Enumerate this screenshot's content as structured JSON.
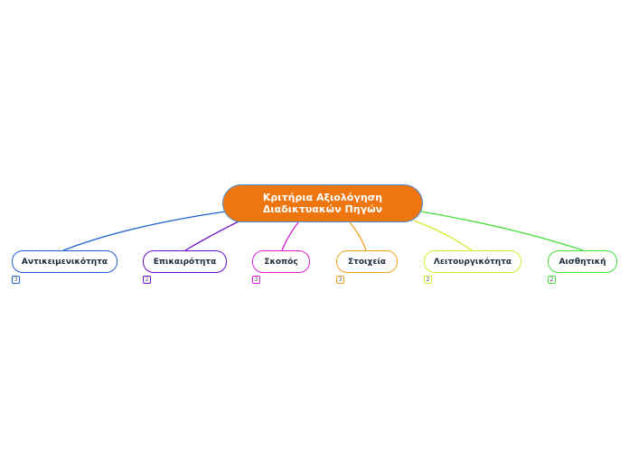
{
  "root": {
    "line1": "Κριτήρια Αξιολόγηση",
    "line2": "Διαδικτυακών Πηγών",
    "color": "#ee7611",
    "border_color": "#4a8ed6"
  },
  "branches": [
    {
      "label": "Αντικειμενικότητα",
      "count": "3",
      "color": "#1f5fd1"
    },
    {
      "label": "Επικαιρότητα",
      "count": "2",
      "color": "#6a0fc7"
    },
    {
      "label": "Σκοπός",
      "count": "3",
      "color": "#d61fd6"
    },
    {
      "label": "Στοιχεία",
      "count": "3",
      "color": "#f0a020"
    },
    {
      "label": "Λειτουργικότητα",
      "count": "2",
      "color": "#d8e832"
    },
    {
      "label": "Αισθητική",
      "count": "2",
      "color": "#44e03a"
    }
  ]
}
